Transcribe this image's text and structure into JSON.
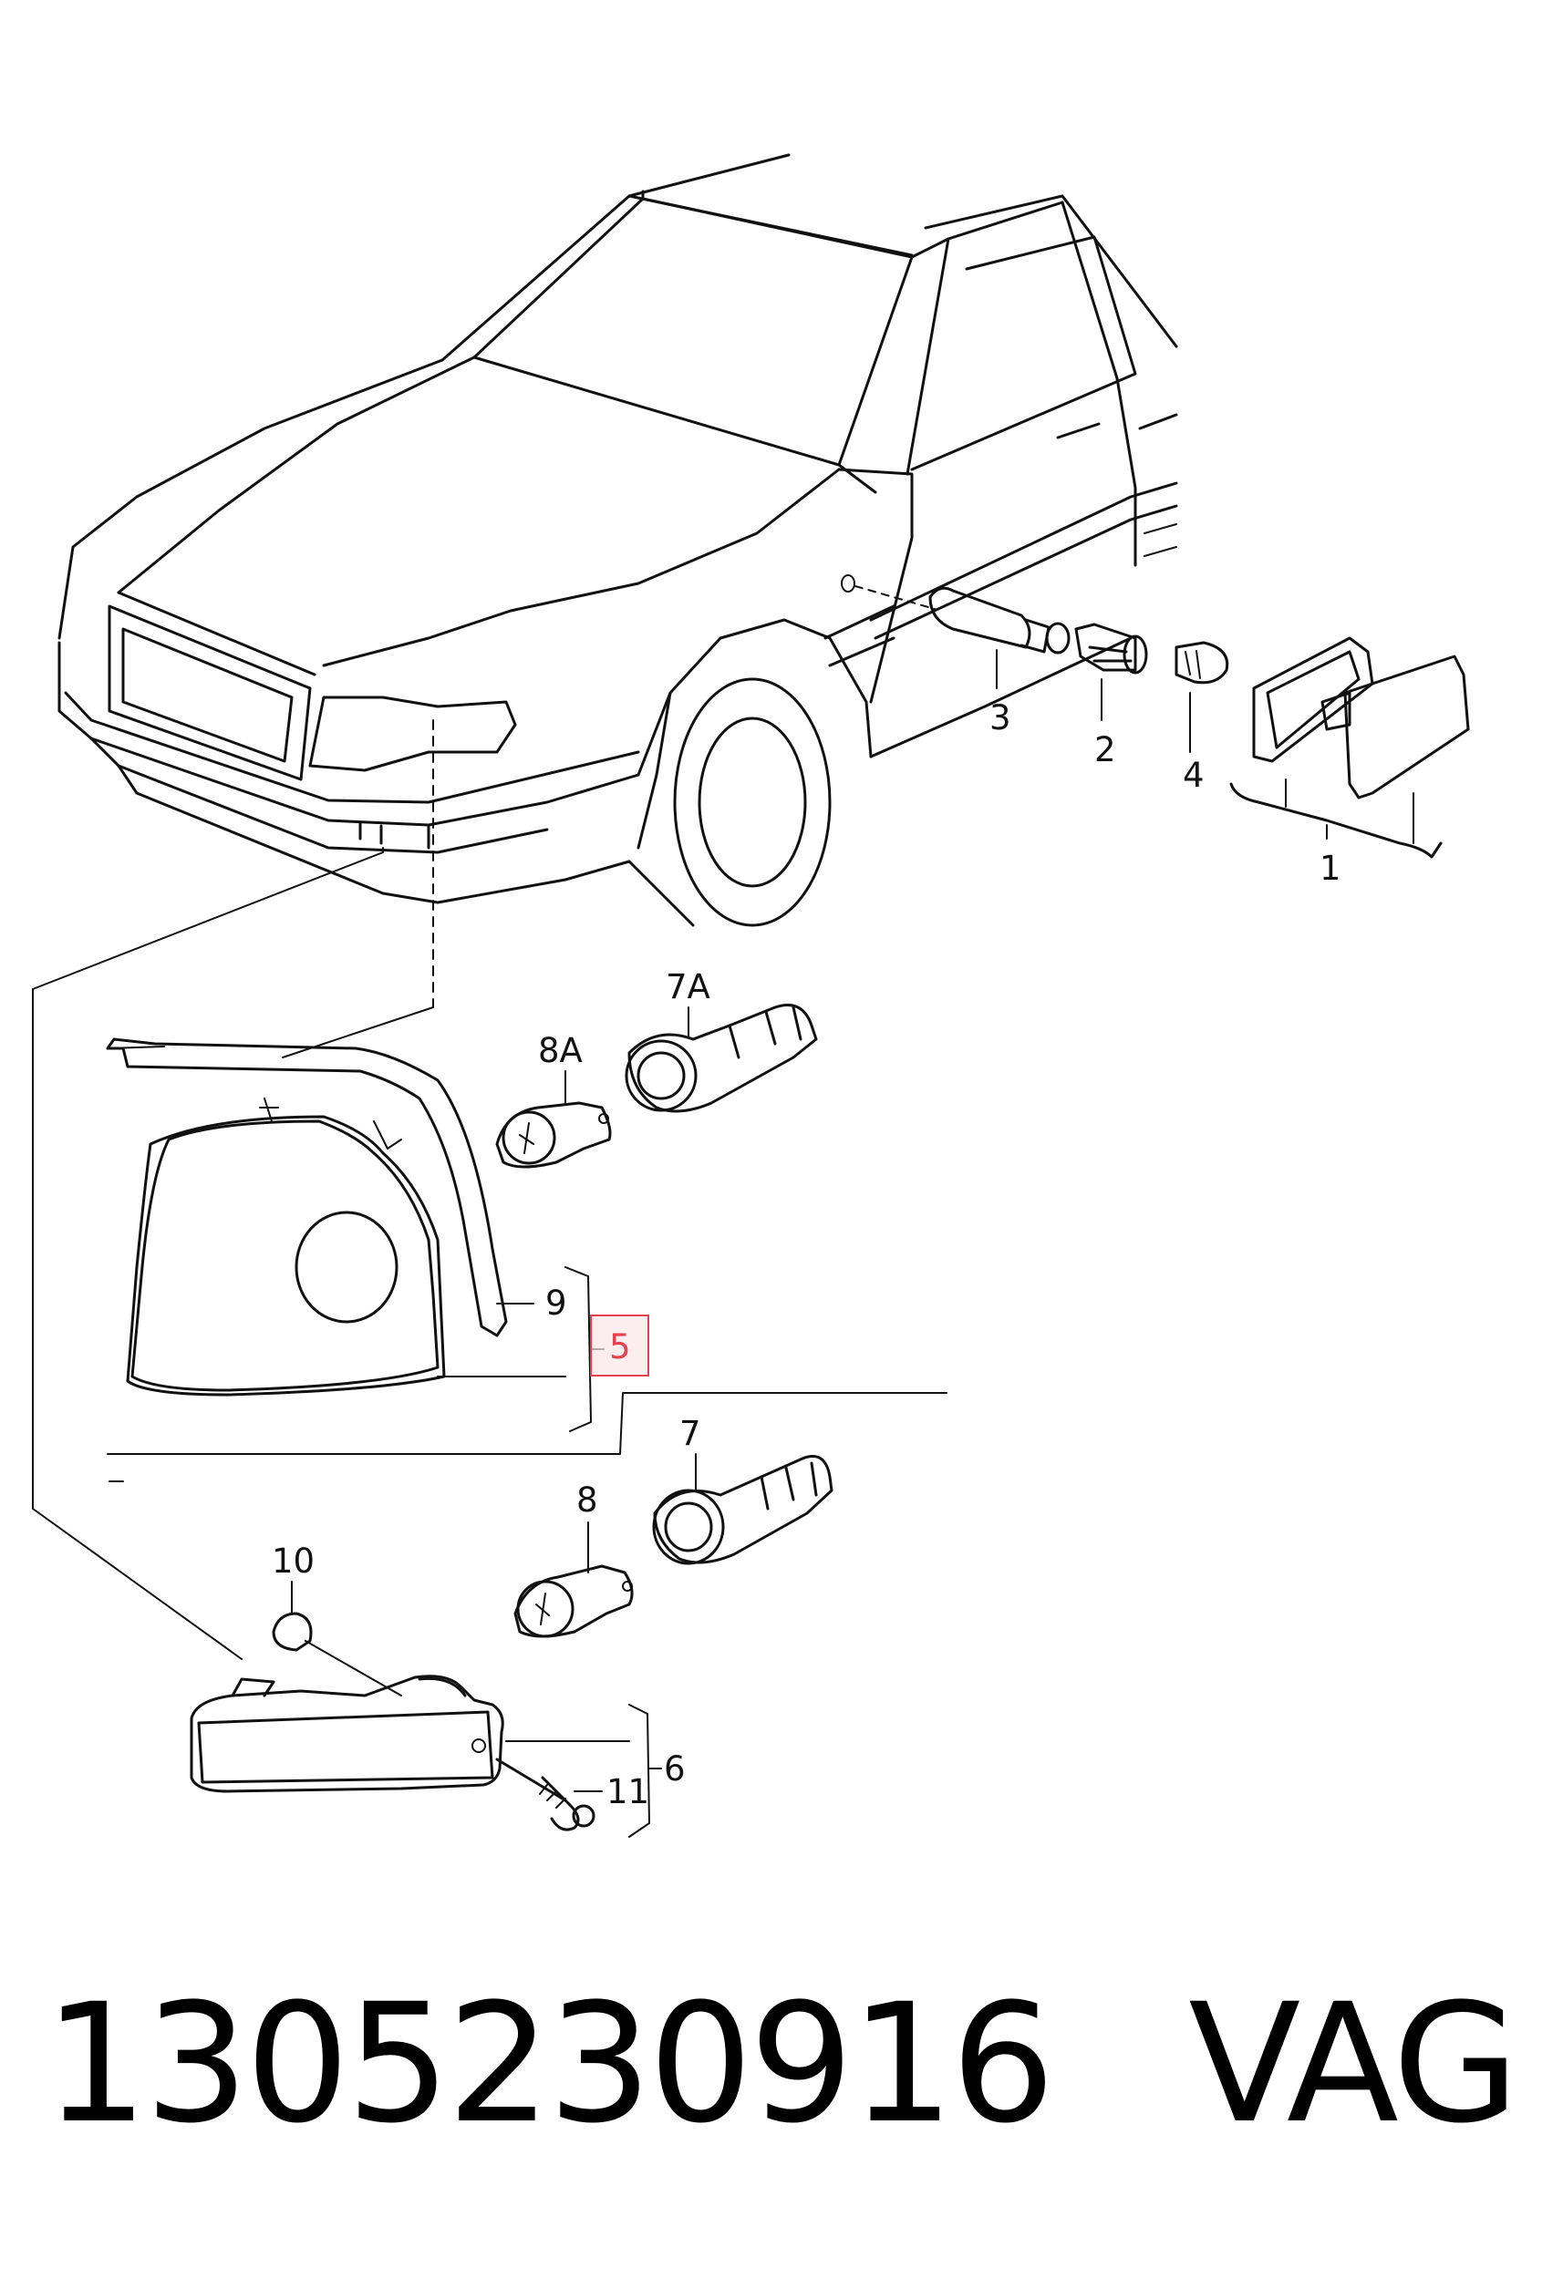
{
  "callouts": {
    "c1": "1",
    "c2": "2",
    "c3": "3",
    "c4": "4",
    "c5": "5",
    "c6": "6",
    "c7": "7",
    "c7a": "7A",
    "c8": "8",
    "c8a": "8A",
    "c9": "9",
    "c10": "10",
    "c11": "11"
  },
  "highlighted_callout": "5",
  "highlight_color": "#e5404d",
  "part_number": "1305230916",
  "brand": "VAG"
}
